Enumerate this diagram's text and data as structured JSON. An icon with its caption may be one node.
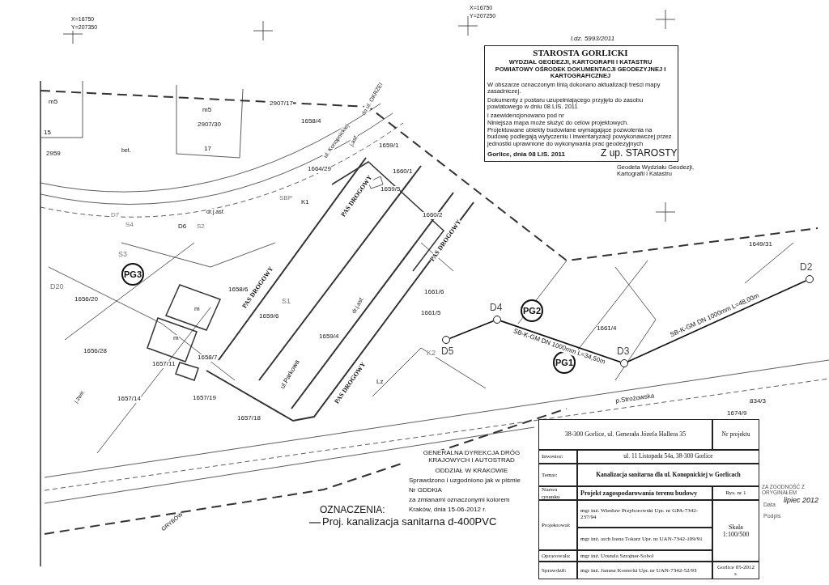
{
  "diagram": {
    "nodes": [
      {
        "text": [
          "PG3"
        ]
      },
      {
        "text": [],
        "shape": "circle",
        "beside": [
          "D2"
        ]
      },
      {
        "text": [
          "PG2"
        ]
      },
      {
        "text": [],
        "shape": "circle",
        "beside": [
          "D4"
        ]
      },
      {
        "text": [],
        "shape": "circle",
        "beside": [
          "D5"
        ]
      },
      {
        "text": [
          "PG1"
        ]
      },
      {
        "text": [],
        "shape": "circle",
        "beside": [
          "D3"
        ]
      }
    ],
    "edges": [
      {
        "from": 1,
        "to": 6,
        "arrow": "none",
        "label": "SB-K-GM DN 1000mm L=48,00m"
      },
      {
        "from": 6,
        "to": 3,
        "arrow": "none",
        "label": "SB-K-GM DN 1000mm L=34,50m"
      },
      {
        "from": 3,
        "to": 4,
        "arrow": "none"
      }
    ],
    "labels": [
      "X=16750",
      "Y=207350",
      "X=16750",
      "Y=207250",
      "l.dz. 5993/2011",
      "STAROSTA GORLICKI",
      "WYDZIAŁ GEODEZJI, KARTOGRAFII I KATASTRU",
      "POWIATOWY OŚRODEK DOKUMENTACJI GEODEZYJNEJ I KARTOGRAFICZNEJ",
      "W obszarze oznaczonym linią dokonano aktualizacji treści mapy zasadniczej.",
      "Dokumenty z postaru uzupełniającego przyjęto do zasobu powiatowego w dniu 08 LIS. 2011",
      "i zaewidencjonowano pod nr",
      "Niniejsza mapa może służyć do celów projektowych.",
      "Projektowane obiekty budowlane wymagające pozwolenia na budowę podlegają wytyczeniu i inwentaryzacji powykonawczej przez jednostki uprawnione do wykonywania prac geodezyjnych",
      "Gorlice, dnia 08 LIS. 2011",
      "Z up. STAROSTY",
      "Geodeta Wydziału Geodezji, Kartografii i Katastru",
      "m5",
      "15",
      "2959",
      "m5",
      "2907/30",
      "17",
      "2907/17",
      "bet.",
      "do ul. OKRZEI",
      "ul. Konopnickiej",
      "1658/4",
      "j.asf.",
      "1659/1",
      "1664/29",
      "1660/1",
      "1659/5",
      "1660/2",
      "PAS DROGOWY",
      "SBP",
      "K1",
      "D7",
      "S4",
      "D6",
      "S2",
      "dr.j.asf.",
      "S3",
      "D20",
      "1656/20",
      "1656/28",
      "j.żwir.",
      "1658/6",
      "m",
      "m",
      "1657/11",
      "1658/7",
      "PAS DROGOWY",
      "1659/6",
      "S1",
      "dr.j.asf.",
      "1659/4",
      "ul.Parkowa",
      "PAS DROGOWY",
      "PAS DROGOWY",
      "1661/6",
      "1661/5",
      "K2",
      "Lz",
      "1657/14",
      "1657/19",
      "1657/18",
      "GRYBÓW",
      "1661/4",
      "1649/31",
      "834/3",
      "1674/9",
      "p.Strożowska",
      "GENERALNA DYREKCJA DRÓG KRAJOWYCH I AUTOSTRAD",
      "ODDZIAŁ W KRAKOWIE",
      "Sprawdzono i uzgodniono jak w piśmie",
      "Nr GDDKiA",
      "za zmianami oznaczonymi kolorem",
      "Kraków, dnia 15-06-2012 r.",
      "OZNACZENIA:",
      "38-300 Gorlice, ul. Generała Józefa Hallera 35",
      "Nr projektu",
      "Inwestor:",
      "ul. 11 Listopada 54a, 38-300 Gorlice",
      "Temat:",
      "Kanalizacja sanitarna dla ul. Konopnickiej w Gorlicach",
      "Nazwa rysunku",
      "Projekt zagospodarowania terenu budowy",
      "Rys. nr 1",
      "Projektował:",
      "mgr inż. Wiesław Przyborowski Upr. nr GPA-7342-237/94",
      "Skala 1:100/500",
      "mgr inż. arch Irena Tokarz Upr. nr UAN-7342-109/91",
      "Opracowała:",
      "mgr inż. Urszula Szrajner-Sobol",
      "Sprawdził:",
      "mgr inż. Janusz Kostecki Upr. nr UAN-7342-52/93",
      "Gorlice 05-2012 r.",
      "ZA ZGODNOŚĆ Z ORYGINAŁEM",
      "Data",
      "lipiec 2012",
      "Podpis"
    ],
    "legend": [
      {
        "text": "Proj. kanalizacja sanitarna d-400PVC"
      }
    ]
  }
}
